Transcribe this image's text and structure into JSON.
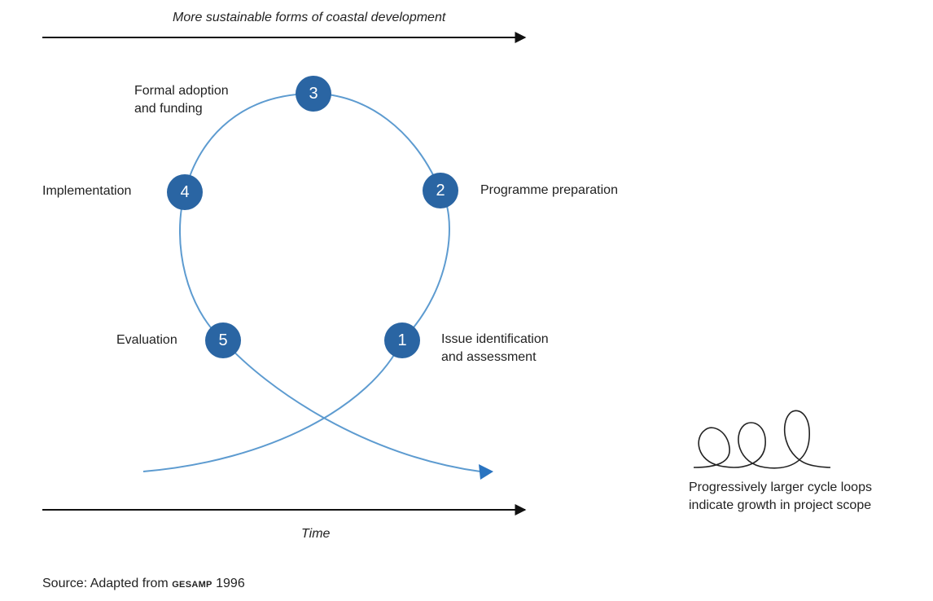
{
  "top_axis_label": "More sustainable forms of coastal development",
  "bottom_axis_label": "Time",
  "steps": [
    {
      "number": "1",
      "label": "Issue identification\nand assessment"
    },
    {
      "number": "2",
      "label": "Programme preparation"
    },
    {
      "number": "3",
      "label": "Formal adoption\nand funding"
    },
    {
      "number": "4",
      "label": "Implementation"
    },
    {
      "number": "5",
      "label": "Evaluation"
    }
  ],
  "legend_text": "Progressively larger cycle loops\nindicate growth in project scope",
  "source": {
    "prefix": "Source: Adapted from ",
    "org": "GESAMP",
    "year": " 1996"
  },
  "colors": {
    "node": "#2a65a3",
    "loop": "#5d9bd0",
    "axis": "#111111",
    "text": "#222222"
  }
}
